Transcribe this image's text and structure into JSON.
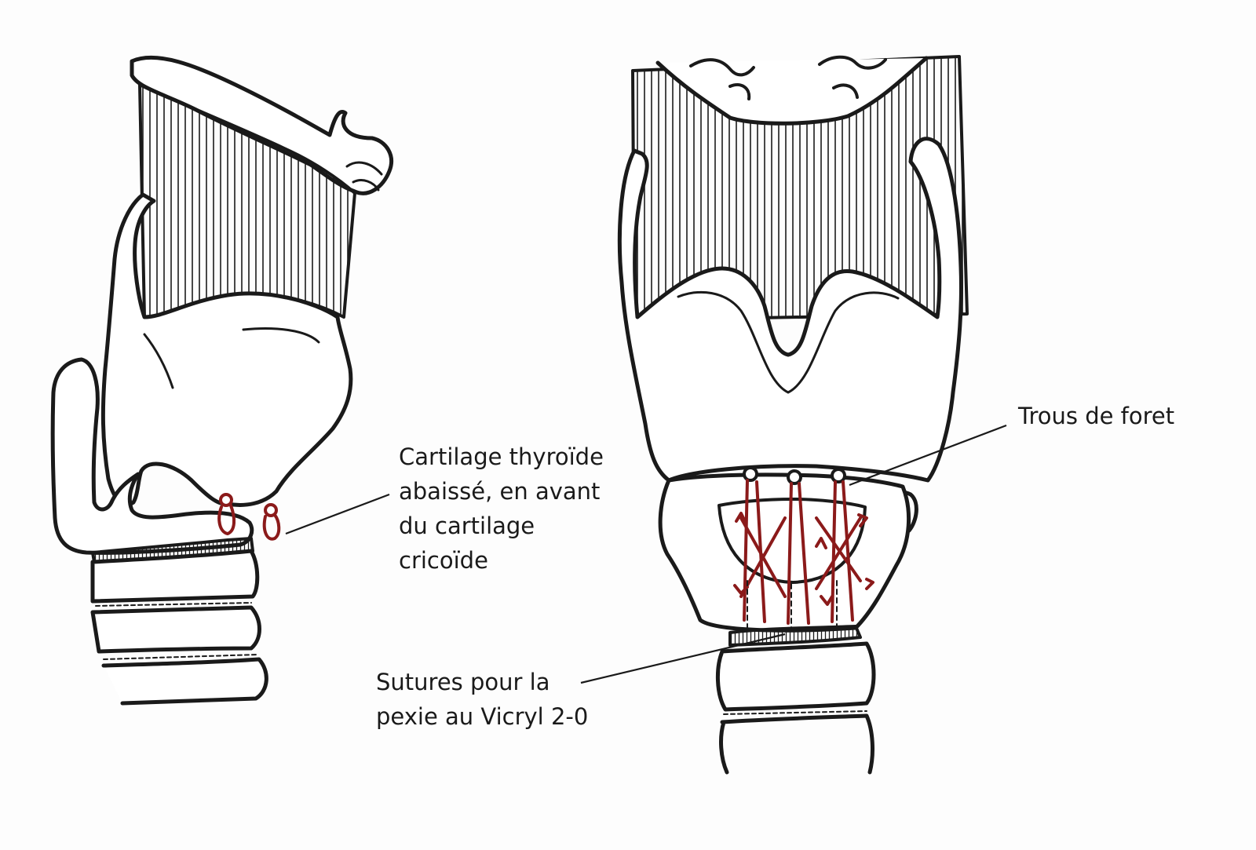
{
  "labels": {
    "thyroid": {
      "line1": "Cartilage thyroïde",
      "line2": "abaissé, en avant",
      "line3": "du cartilage",
      "line4": "cricoïde"
    },
    "holes": {
      "line1": "Trous de foret"
    },
    "sutures": {
      "line1": "Sutures pour la",
      "line2": "pexie au Vicryl 2-0"
    }
  },
  "colors": {
    "ink": "#1a1a1a",
    "suture": "#8b1a1a",
    "background": "#fdfdfd"
  }
}
